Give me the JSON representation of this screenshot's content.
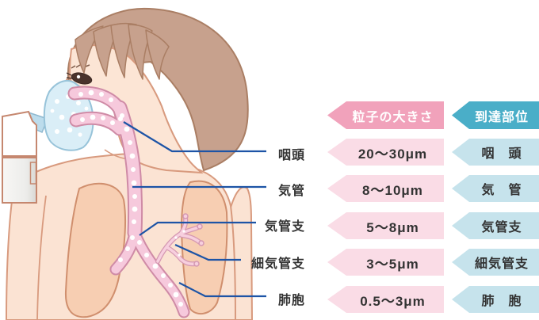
{
  "table": {
    "size_header": "粒子の大きさ",
    "site_header": "到達部位",
    "rows": [
      {
        "size": "20〜30μm",
        "site": "咽　頭"
      },
      {
        "size": "8〜10μm",
        "site": "気　管"
      },
      {
        "size": "5〜8μm",
        "site": "気管支"
      },
      {
        "size": "3〜5μm",
        "site": "細気管支"
      },
      {
        "size": "0.5〜3μm",
        "site": "肺　胞"
      }
    ]
  },
  "anatomy_labels": [
    "咽頭",
    "気管",
    "気管支",
    "細気管支",
    "肺胞"
  ],
  "colors": {
    "header_pink": "#f1a2bb",
    "header_teal": "#4aaec8",
    "row_pink": "#fadce6",
    "row_blue": "#c6e3ec",
    "leader_line": "#1d54a6",
    "label_text": "#333333"
  }
}
